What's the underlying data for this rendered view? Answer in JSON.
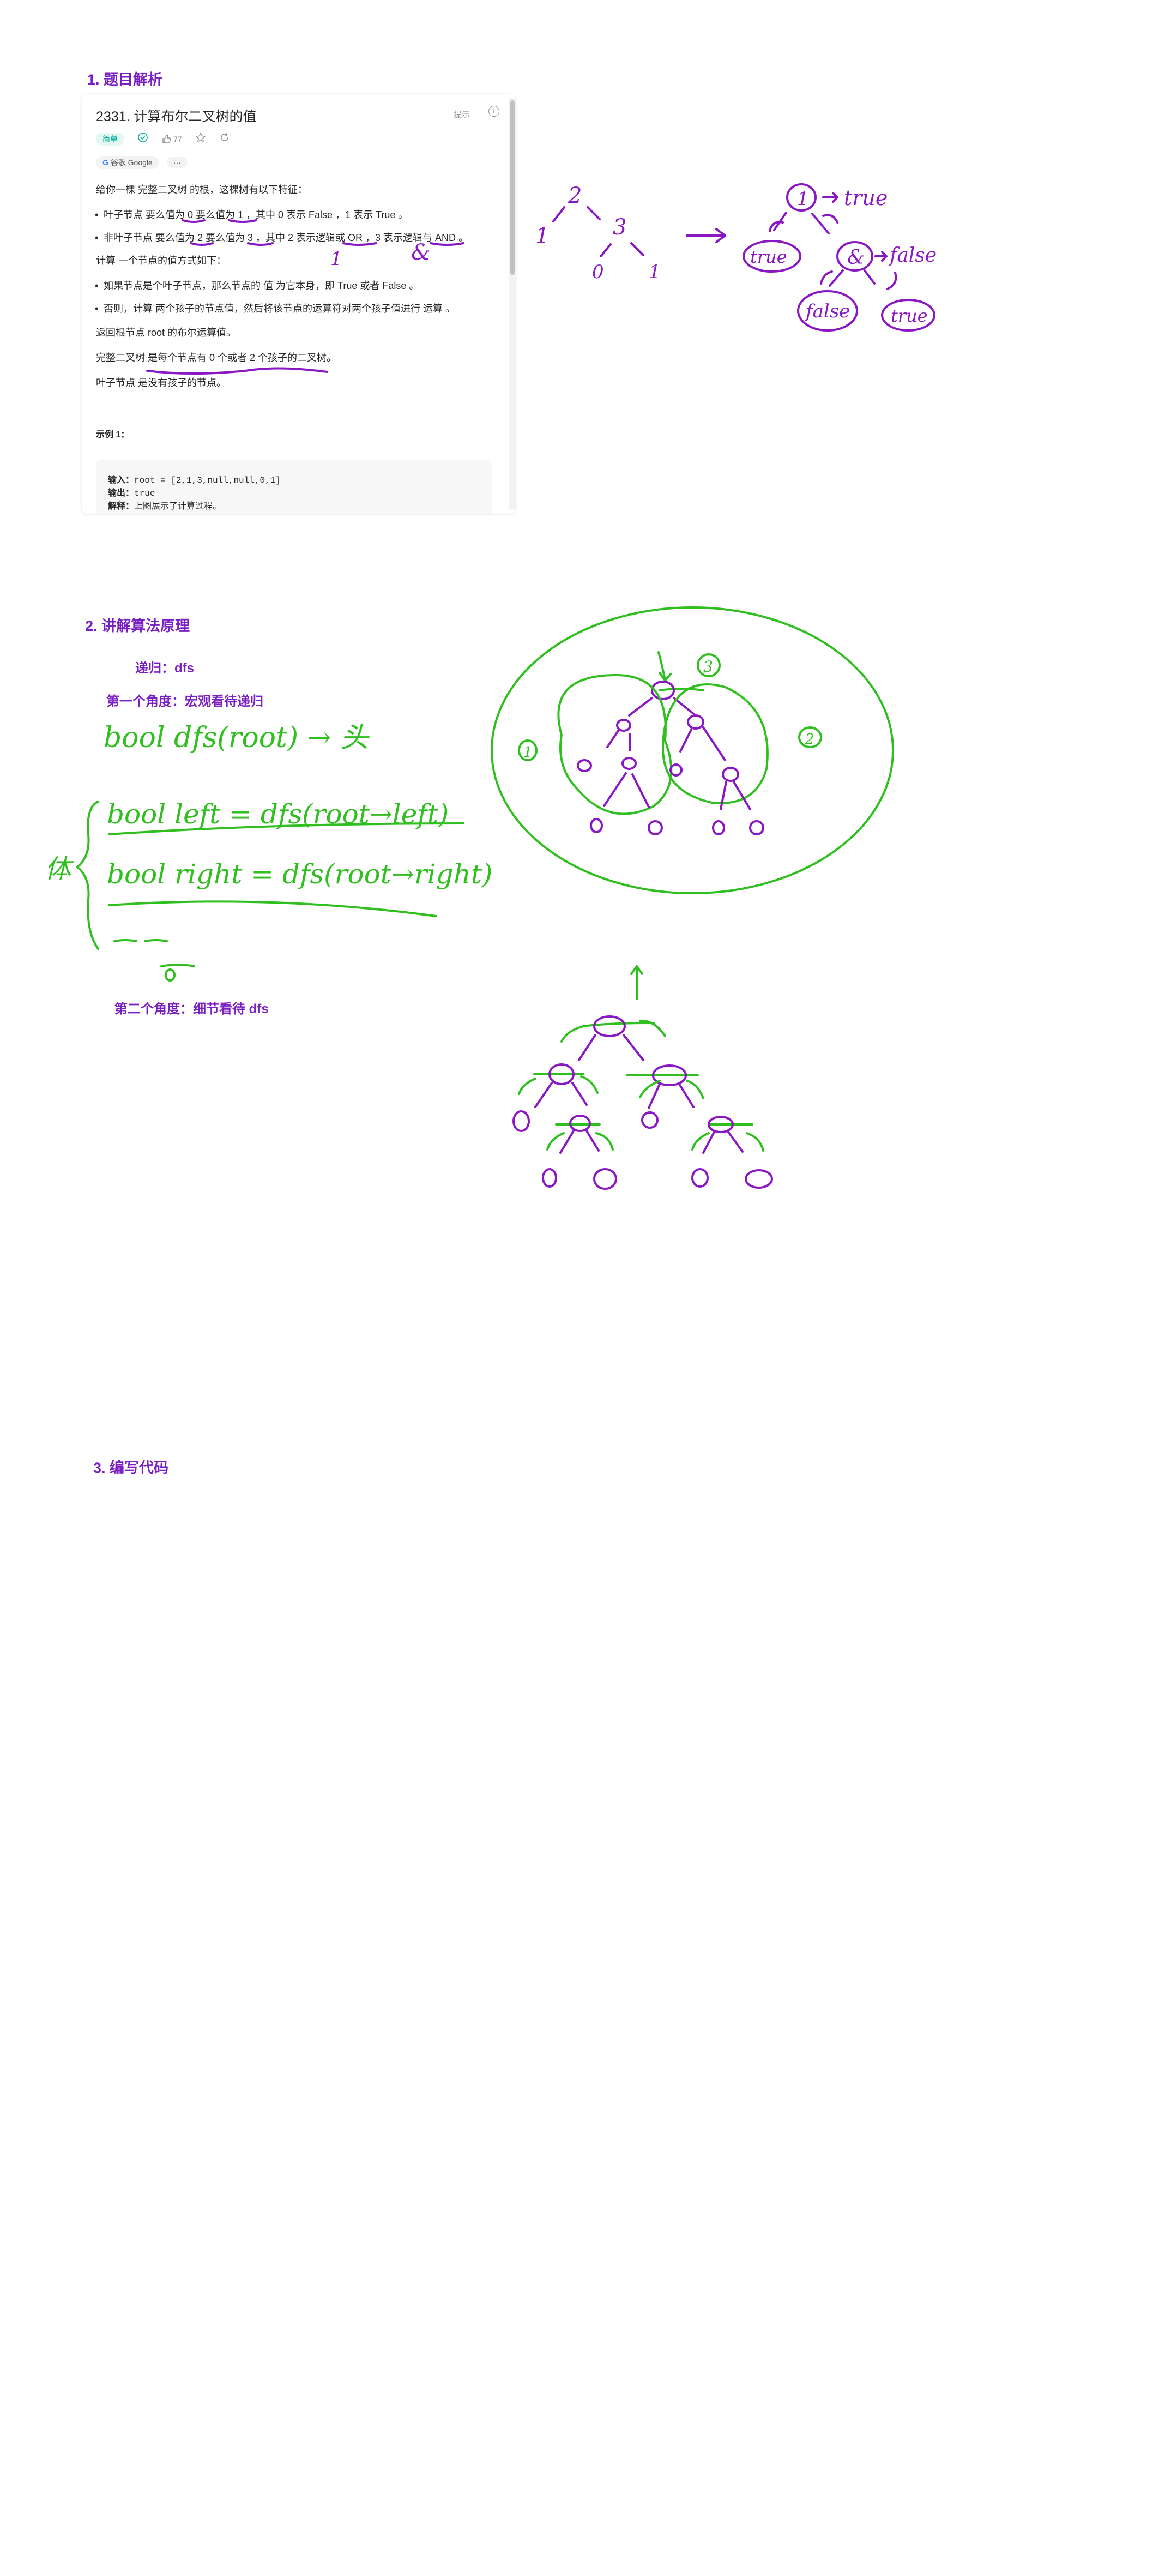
{
  "sections": {
    "s1": "1. 题目解析",
    "s2": "2. 讲解算法原理",
    "s3": "3. 编写代码"
  },
  "problem": {
    "title": "2331. 计算布尔二叉树的值",
    "hint_label": "提示",
    "info_icon": "info-icon",
    "difficulty": "简单",
    "likes": "77",
    "translate": "谷歌 Google",
    "more": "···",
    "intro": "给你一棵 完整二叉树 的根，这棵树有以下特征：",
    "leaf_rule": "叶子节点 要么值为 0 要么值为 1 ，其中 0 表示 False ，1 表示 True 。",
    "nonleaf_rule": "非叶子节点 要么值为 2 要么值为 3 ，其中 2 表示逻辑或 OR ，3 表示逻辑与 AND 。",
    "calc_intro": "计算 一个节点的值方式如下：",
    "calc_rule1": "如果节点是个叶子节点，那么节点的 值 为它本身，即 True 或者 False 。",
    "calc_rule2": "否则，计算 两个孩子的节点值，然后将该节点的运算符对两个孩子值进行 运算 。",
    "return_line": "返回根节点 root 的布尔运算值。",
    "full_tree_def": "完整二叉树 是每个节点有 0 个或者 2 个孩子的二叉树。",
    "leaf_def": "叶子节点 是没有孩子的节点。",
    "example_title": "示例 1：",
    "ex_input_key": "输入：",
    "ex_input_val": "root = [2,1,3,null,null,0,1]",
    "ex_output_key": "输出：",
    "ex_output_val": "true",
    "ex_explain_key": "解释：",
    "ex_explain_val": "上图展示了计算过程。"
  },
  "section2": {
    "recursion_label": "递归：dfs",
    "angle1": "第一个角度：宏观看待递归",
    "angle2": "第二个角度：细节看待 dfs"
  },
  "handwriting": {
    "tree_root": "2",
    "tree_left": "1",
    "tree_right": "3",
    "tree_rl": "0",
    "tree_rr": "1",
    "eval_root": "1",
    "eval_true_top": "true",
    "eval_left": "true",
    "eval_and": "&",
    "eval_false_right": "false",
    "eval_false_leaf": "false",
    "eval_true_leaf": "true",
    "mark_one": "1",
    "mark_amp": "&",
    "dfs_line": "bool  dfs(root)  →  头",
    "left_line": "bool  left  =  dfs(root→left)",
    "right_line": "bool  right  =  dfs(root→right)",
    "body_char": "体",
    "circle_1": "1",
    "circle_2": "2",
    "circle_3": "3"
  },
  "colors": {
    "heading": "#7a1fc2",
    "ink_purple": "#8a17c4",
    "ink_green": "#2fbf1f",
    "badge_green": "#00af9b"
  }
}
